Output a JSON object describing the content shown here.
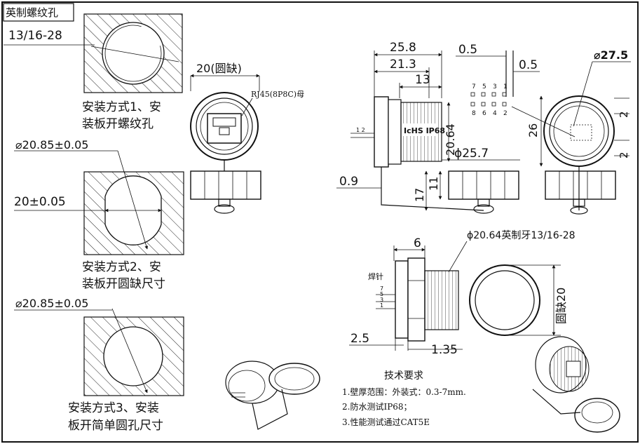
{
  "mounting": [
    {
      "note_title": "英制螺纹孔",
      "note_spec": "13/16-28",
      "dim_lines": [],
      "caption_line1": "安装方式1、安",
      "caption_line2": "装板开螺纹孔"
    },
    {
      "dim_top": "⌀20.85±0.05",
      "dim_side": "20±0.05",
      "caption_line1": "安装方式2、安",
      "caption_line2": "装板开圆缺尺寸"
    },
    {
      "dim_top": "⌀20.85±0.05",
      "caption_line1": "安装方式3、安装",
      "caption_line2": "板开简单圆孔尺寸"
    }
  ],
  "front_view": {
    "width_label": "20(圆缺)",
    "port_label": "RJ45(8P8C)母"
  },
  "side_view": {
    "dims": {
      "d258": "25.8",
      "d213": "21.3",
      "d13": "13",
      "d2064": "20.64",
      "d257": "ϕ25.7",
      "d09": "0.9",
      "d11": "11",
      "d17": "17"
    },
    "body_text": "IcHS IP68"
  },
  "pin_view": {
    "d05a": "0.5",
    "d05b": "0.5",
    "pins_top": [
      "7",
      "5",
      "3",
      "1"
    ],
    "pins_bottom": [
      "8",
      "6",
      "4",
      "2"
    ]
  },
  "end_view": {
    "d275": "⌀27.5",
    "d26": "26",
    "d2a": "2",
    "d2b": "2"
  },
  "bottom_view": {
    "thread_label": "ϕ20.64英制牙13/16-28",
    "d6": "6",
    "d25": "2.5",
    "d135": "1.35",
    "d20": "圆缺20",
    "solder_label": "焊针",
    "pin_nums": [
      "7",
      "5",
      "3",
      "1"
    ]
  },
  "tech": {
    "title": "技术要求",
    "items": [
      "1.壁厚范围：外装式：0.3-7mm.",
      "2.防水测试IP68；",
      "3.性能测试通过CAT5E"
    ]
  }
}
